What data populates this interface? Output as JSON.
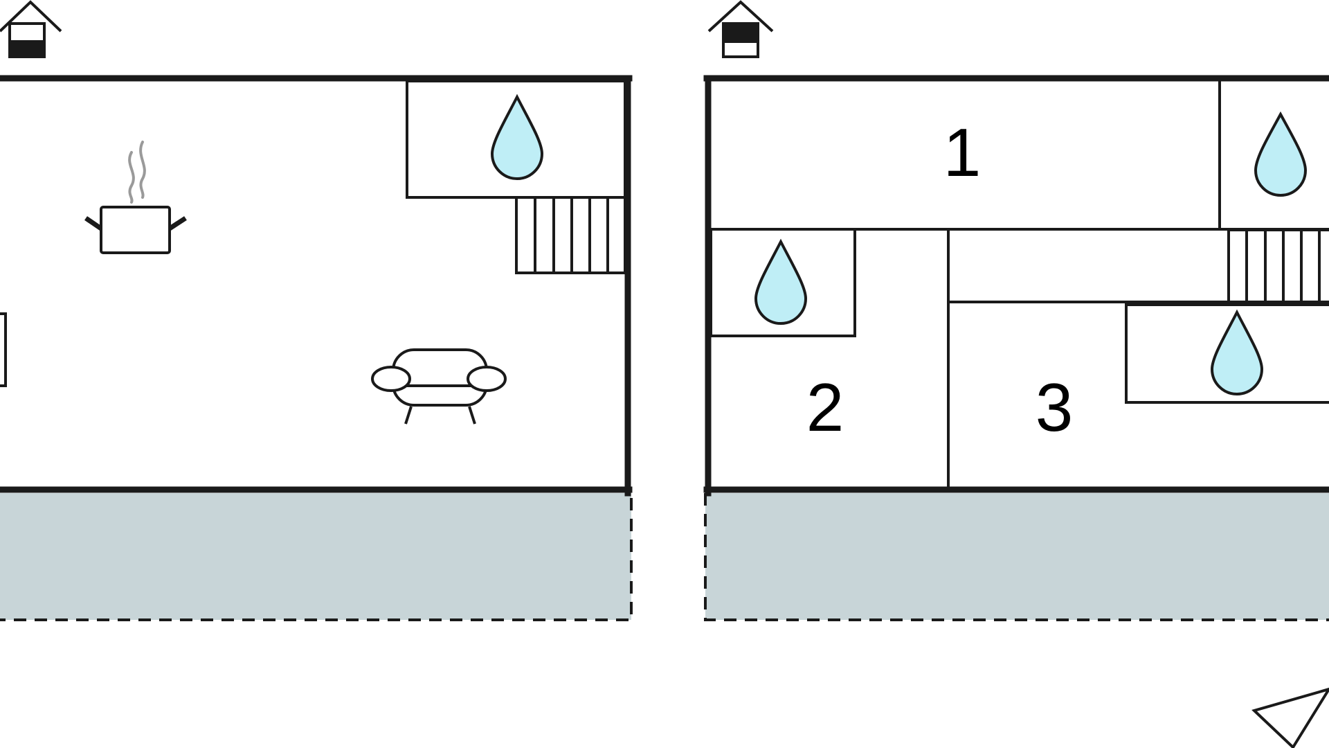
{
  "colors": {
    "wall": "#1a1a1a",
    "terrace_fill": "#c8d5d8",
    "water_fill": "#bfeef6",
    "steam": "#9a9a9a",
    "background": "#ffffff"
  },
  "icons": {
    "floor_marker": "house-floor-icon",
    "bathroom": "water-drop-icon",
    "kitchen": "cooking-pot-icon",
    "living_room": "sofa-icon",
    "stairs": "stairs-icon",
    "north": "compass-arrow-icon"
  },
  "floors": [
    {
      "marker": "ground-floor",
      "rooms": []
    },
    {
      "marker": "upper-floor",
      "rooms": [
        {
          "label": "1"
        },
        {
          "label": "2"
        },
        {
          "label": "3"
        }
      ]
    }
  ]
}
